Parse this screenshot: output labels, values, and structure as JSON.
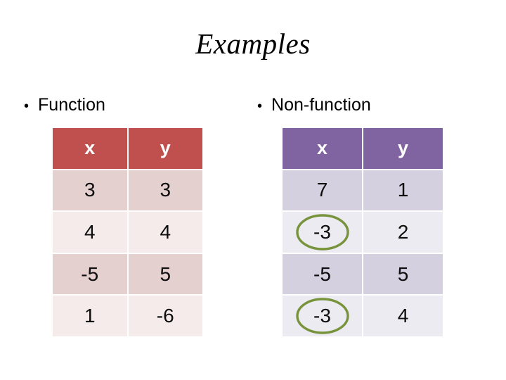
{
  "slide": {
    "title": "Examples",
    "background_color": "#ffffff"
  },
  "sections": [
    {
      "id": "function",
      "bullet_glyph": "•",
      "heading": "Function",
      "table": {
        "header_color": "#c0504d",
        "band_color_a": "#e5d0d0",
        "band_color_b": "#f4ebea",
        "columns": [
          "x",
          "y"
        ],
        "rows": [
          [
            "3",
            "3"
          ],
          [
            "4",
            "4"
          ],
          [
            "-5",
            "5"
          ],
          [
            "1",
            "-6"
          ]
        ],
        "annotations": []
      }
    },
    {
      "id": "non-function",
      "bullet_glyph": "•",
      "heading": "Non-function",
      "table": {
        "header_color": "#8064a2",
        "band_color_a": "#d4d0e0",
        "band_color_b": "#ecebf1",
        "columns": [
          "x",
          "y"
        ],
        "rows": [
          [
            "7",
            "1"
          ],
          [
            "-3",
            "2"
          ],
          [
            "-5",
            "5"
          ],
          [
            "-3",
            "4"
          ]
        ],
        "annotations": [
          {
            "row": 1,
            "col": 0,
            "shape": "ellipse",
            "color": "#77933c"
          },
          {
            "row": 3,
            "col": 0,
            "shape": "ellipse",
            "color": "#77933c"
          }
        ]
      }
    }
  ]
}
